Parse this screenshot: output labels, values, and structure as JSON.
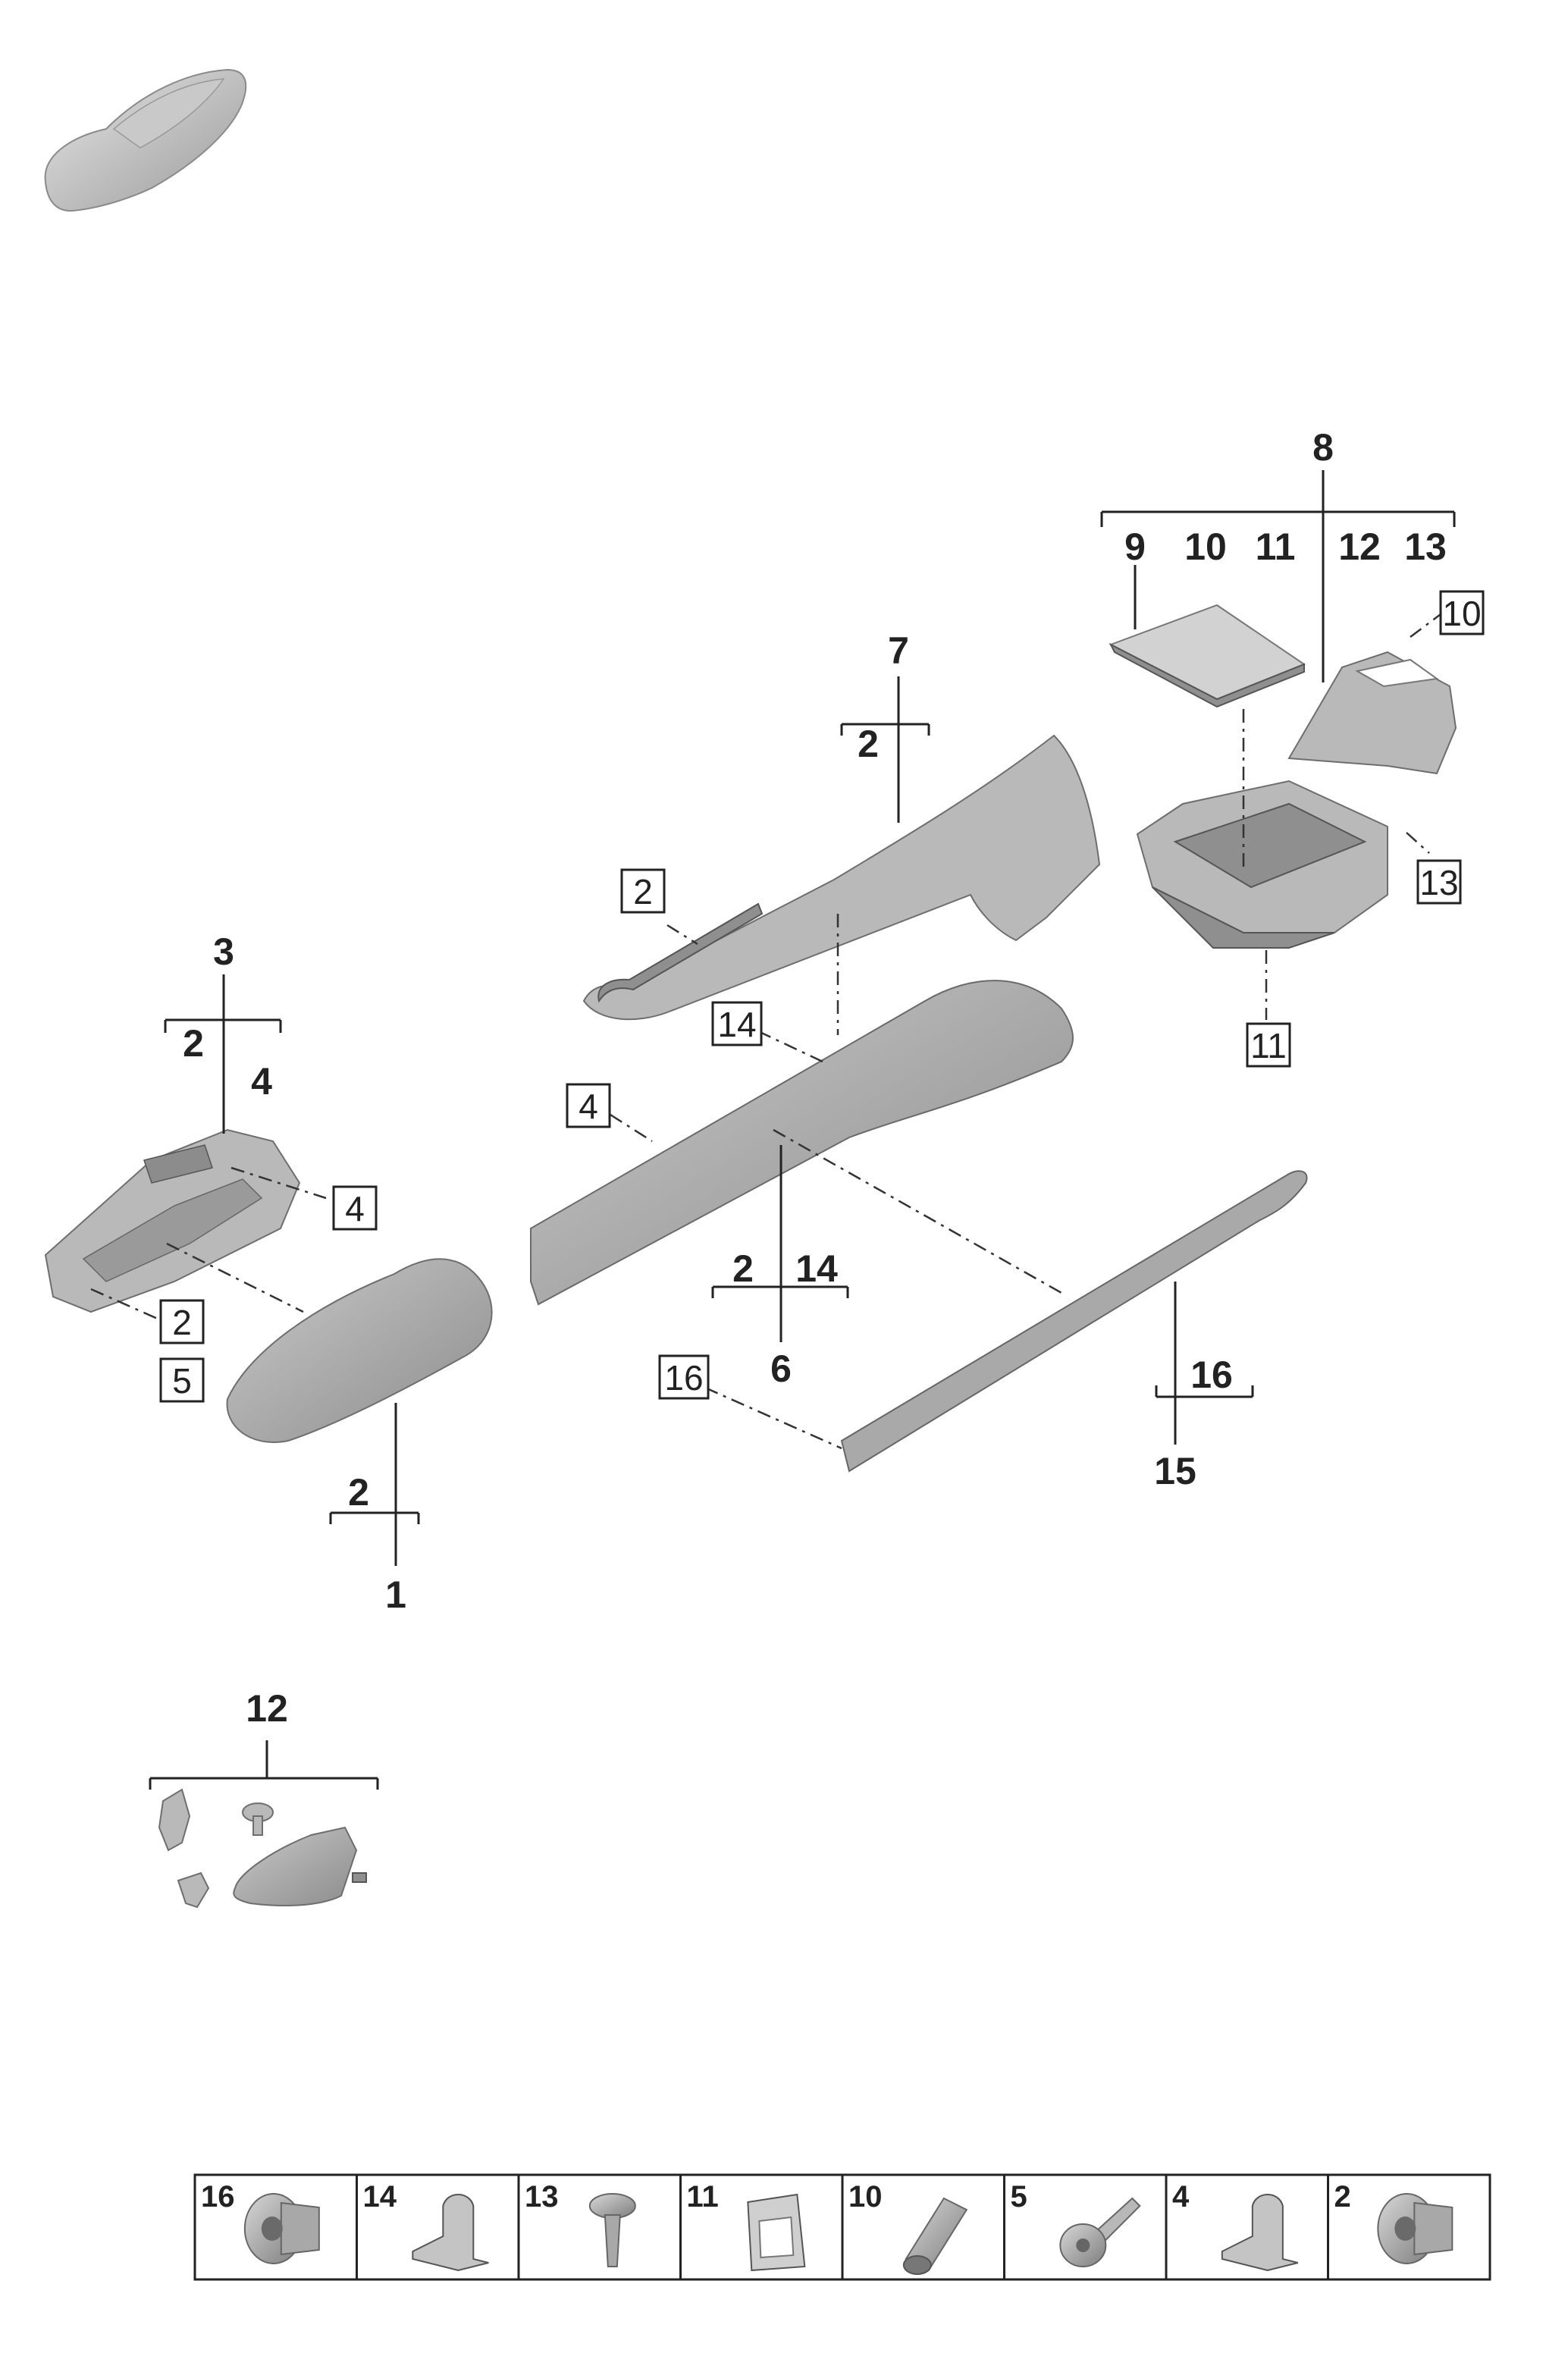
{
  "callouts": {
    "c1": "1",
    "c2a": "2",
    "c3": "3",
    "c3_2": "2",
    "c3_4": "4",
    "c6": "6",
    "c6_2": "2",
    "c6_14": "14",
    "c7": "7",
    "c7_2": "2",
    "c8": "8",
    "c8_9": "9",
    "c8_10": "10",
    "c8_11": "11",
    "c8_12": "12",
    "c8_13": "13",
    "c15": "15",
    "c15_16": "16",
    "c12": "12"
  },
  "boxed": {
    "b4_left": "4",
    "b2_left": "2",
    "b5_left": "5",
    "b2_top": "2",
    "b14": "14",
    "b4_mid": "4",
    "b16": "16",
    "b10": "10",
    "b13": "13",
    "b11": "11"
  },
  "legend": [
    {
      "label": "16",
      "icon": "flange-nut-icon"
    },
    {
      "label": "14",
      "icon": "spring-clip-icon"
    },
    {
      "label": "13",
      "icon": "push-rivet-icon"
    },
    {
      "label": "11",
      "icon": "retaining-clip-icon"
    },
    {
      "label": "10",
      "icon": "expansion-nut-icon"
    },
    {
      "label": "5",
      "icon": "torx-screw-icon"
    },
    {
      "label": "4",
      "icon": "spring-clip-icon"
    },
    {
      "label": "2",
      "icon": "flange-nut-icon"
    }
  ]
}
